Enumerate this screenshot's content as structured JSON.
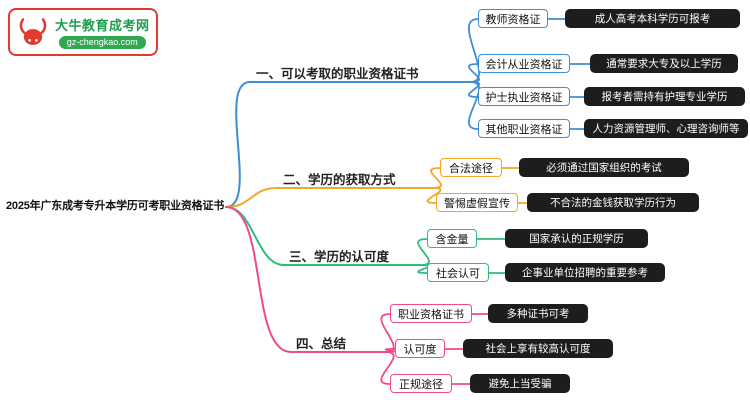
{
  "logo": {
    "site_name": "大牛教育成考网",
    "site_url": "gz-chengkao.com",
    "icon": "bull-icon"
  },
  "colors": {
    "branch1": "#3E8ED6",
    "branch2": "#F5A623",
    "branch3": "#2FBE79",
    "branch4": "#F1498C",
    "desc_bg": "#1d1d1d",
    "logo_red": "#E23B2E",
    "logo_green": "#1E9E4C"
  },
  "root": {
    "title": "2025年广东成考专升本学历可考职业资格证书"
  },
  "branches": [
    {
      "label": "一、可以考取的职业资格证书",
      "color": "#3E8ED6",
      "children": [
        {
          "label": "教师资格证",
          "desc": "成人高考本科学历可报考"
        },
        {
          "label": "会计从业资格证",
          "desc": "通常要求大专及以上学历"
        },
        {
          "label": "护士执业资格证",
          "desc": "报考者需持有护理专业学历"
        },
        {
          "label": "其他职业资格证",
          "desc": "人力资源管理师、心理咨询师等"
        }
      ]
    },
    {
      "label": "二、学历的获取方式",
      "color": "#F5A623",
      "children": [
        {
          "label": "合法途径",
          "desc": "必须通过国家组织的考试"
        },
        {
          "label": "警惕虚假宣传",
          "desc": "不合法的金钱获取学历行为"
        }
      ]
    },
    {
      "label": "三、学历的认可度",
      "color": "#2FBE79",
      "children": [
        {
          "label": "含金量",
          "desc": "国家承认的正规学历"
        },
        {
          "label": "社会认可",
          "desc": "企事业单位招聘的重要参考"
        }
      ]
    },
    {
      "label": "四、总结",
      "color": "#F1498C",
      "children": [
        {
          "label": "职业资格证书",
          "desc": "多种证书可考"
        },
        {
          "label": "认可度",
          "desc": "社会上享有较高认可度"
        },
        {
          "label": "正规途径",
          "desc": "避免上当受骗"
        }
      ]
    }
  ]
}
